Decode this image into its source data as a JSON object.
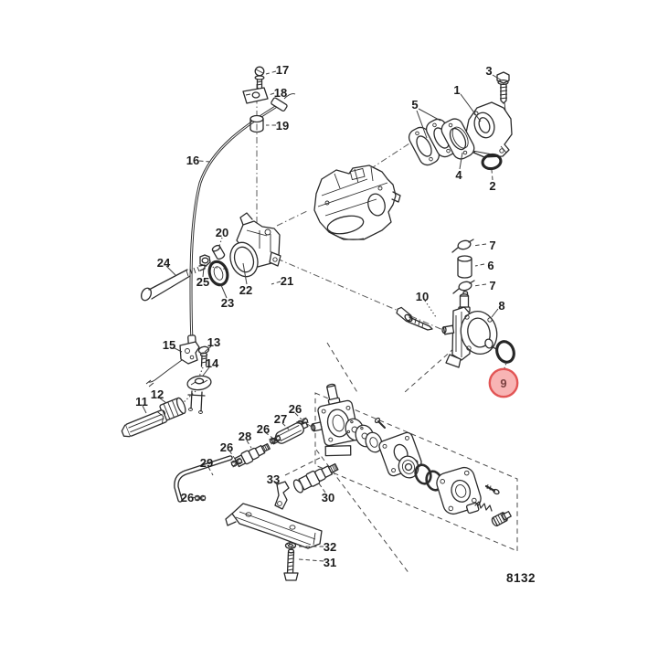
{
  "diagram": {
    "code": "8132",
    "type": "exploded-parts-diagram",
    "line_color": "#2b2b2b",
    "background": "#ffffff"
  },
  "highlight": {
    "part": "9",
    "fill": "#f7acac",
    "stroke": "#e25555",
    "text_color": "#7c4343"
  },
  "labels": [
    "1",
    "3",
    "5",
    "4",
    "2",
    "7",
    "6",
    "7",
    "8",
    "10",
    "9",
    "17",
    "18",
    "19",
    "16",
    "20",
    "24",
    "25",
    "22",
    "21",
    "23",
    "15",
    "13",
    "14",
    "12",
    "11",
    "26",
    "27",
    "26",
    "28",
    "26",
    "29",
    "26",
    "33",
    "30",
    "32",
    "31"
  ]
}
